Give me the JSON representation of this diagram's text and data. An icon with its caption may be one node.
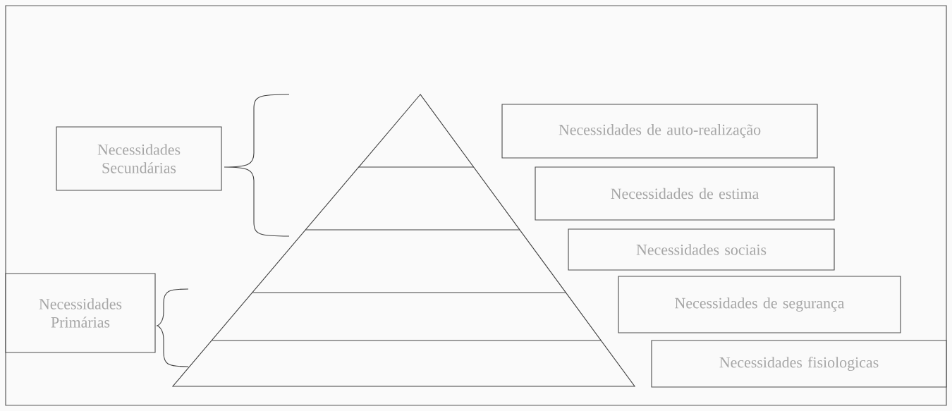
{
  "diagram": {
    "nodes": [
      {
        "text": [
          "Necessidades Secundárias"
        ]
      },
      {
        "text": [
          "Necessidades Primárias"
        ]
      },
      {
        "text": [
          "Necessidades de auto-realização"
        ]
      },
      {
        "text": [
          "Necessidades de estima"
        ]
      },
      {
        "text": [
          "Necessidades sociais"
        ]
      },
      {
        "text": [
          "Necessidades de segurança"
        ]
      },
      {
        "text": [
          "Necessidades fisiologicas"
        ]
      }
    ]
  }
}
